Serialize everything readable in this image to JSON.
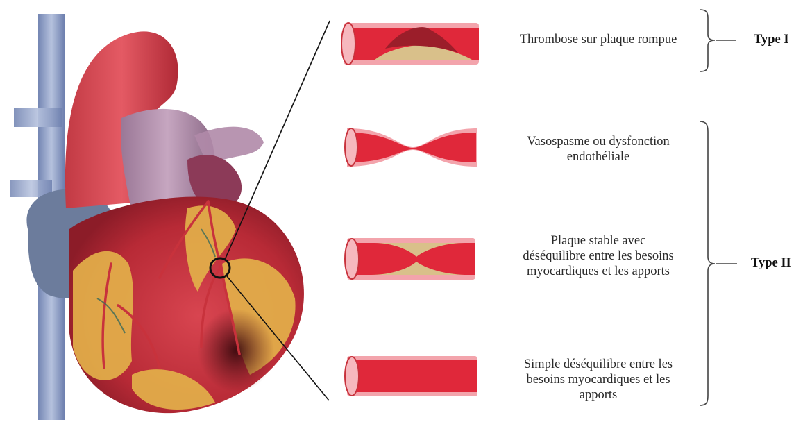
{
  "items": [
    {
      "lines": [
        "Thrombose sur plaque rompue"
      ]
    },
    {
      "lines": [
        "Vasospasme ou dysfonction",
        "endothéliale"
      ]
    },
    {
      "lines": [
        "Plaque stable avec",
        "déséquilibre entre les besoins",
        "myocardiques et les apports"
      ]
    },
    {
      "lines": [
        "Simple déséquilibre entre les",
        "besoins myocardiques et les",
        "apports"
      ]
    }
  ],
  "types": {
    "type_i": "Type I",
    "type_ii": "Type II"
  },
  "colors": {
    "vessel_red": "#e0283a",
    "vessel_wall": "#f08a94",
    "plaque": "#d9c08a",
    "thrombus": "#9b1e2a",
    "heart_red": "#c4303a",
    "aorta_purple": "#b18aa8",
    "fat_yellow": "#e3b04a",
    "vein_blue": "#8f9fc4",
    "bracket": "#444444"
  }
}
